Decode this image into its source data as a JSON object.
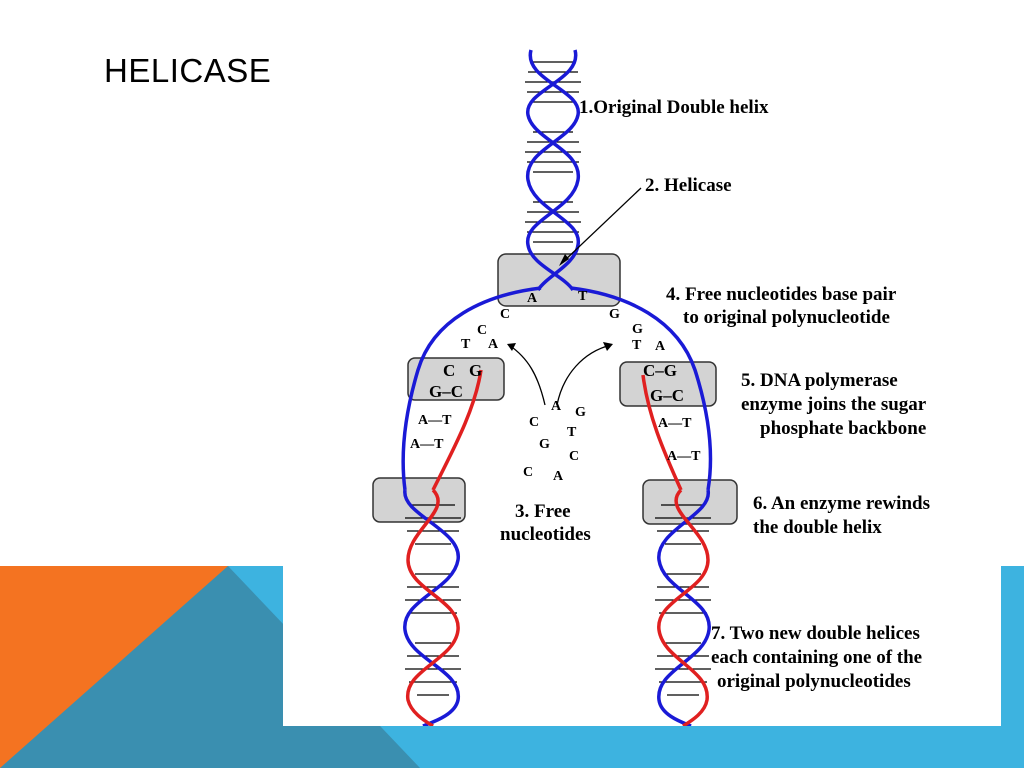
{
  "slide": {
    "title": "HELICASE"
  },
  "colors": {
    "orange": "#f47321",
    "teal": "#3a8fb0",
    "sky_blue": "#3db3e0",
    "original_strand": "#1a1ad6",
    "new_strand": "#e02020",
    "enzyme_fill": "#d3d3d3"
  },
  "diagram": {
    "labels": {
      "step1": "1.Original Double helix",
      "step2": "2. Helicase",
      "step3_line1": "3. Free",
      "step3_line2": "nucleotides",
      "step4_line1": "4. Free nucleotides base pair",
      "step4_line2": "to original polynucleotide",
      "step5_line1": "5. DNA polymerase",
      "step5_line2": "enzyme joins the sugar",
      "step5_line3": "phosphate backbone",
      "step6_line1": "6. An enzyme rewinds",
      "step6_line2": "the double helix",
      "step7_line1": "7. Two new double helices",
      "step7_line2": "each containing one of the",
      "step7_line3": "original polynucleotides"
    },
    "bases": {
      "top_left_A": "A",
      "top_right_T": "T",
      "left_C1": "C",
      "left_C2": "C",
      "left_T": "T",
      "left_A": "A",
      "right_G1": "G",
      "right_G2": "G",
      "right_T": "T",
      "right_A": "A",
      "left_pol_C": "C",
      "left_pol_G": "G",
      "left_pol_pair": "G–C",
      "right_pol_pair1": "C–G",
      "right_pol_pair2": "G–C",
      "left_AT1": "A—T",
      "left_AT2": "A—T",
      "right_AT1": "A—T",
      "right_AT2": "A—T",
      "free_A": "A",
      "free_G1": "G",
      "free_C1": "C",
      "free_T": "T",
      "free_G2": "G",
      "free_C2": "C",
      "free_C3": "C",
      "free_A2": "A"
    }
  }
}
